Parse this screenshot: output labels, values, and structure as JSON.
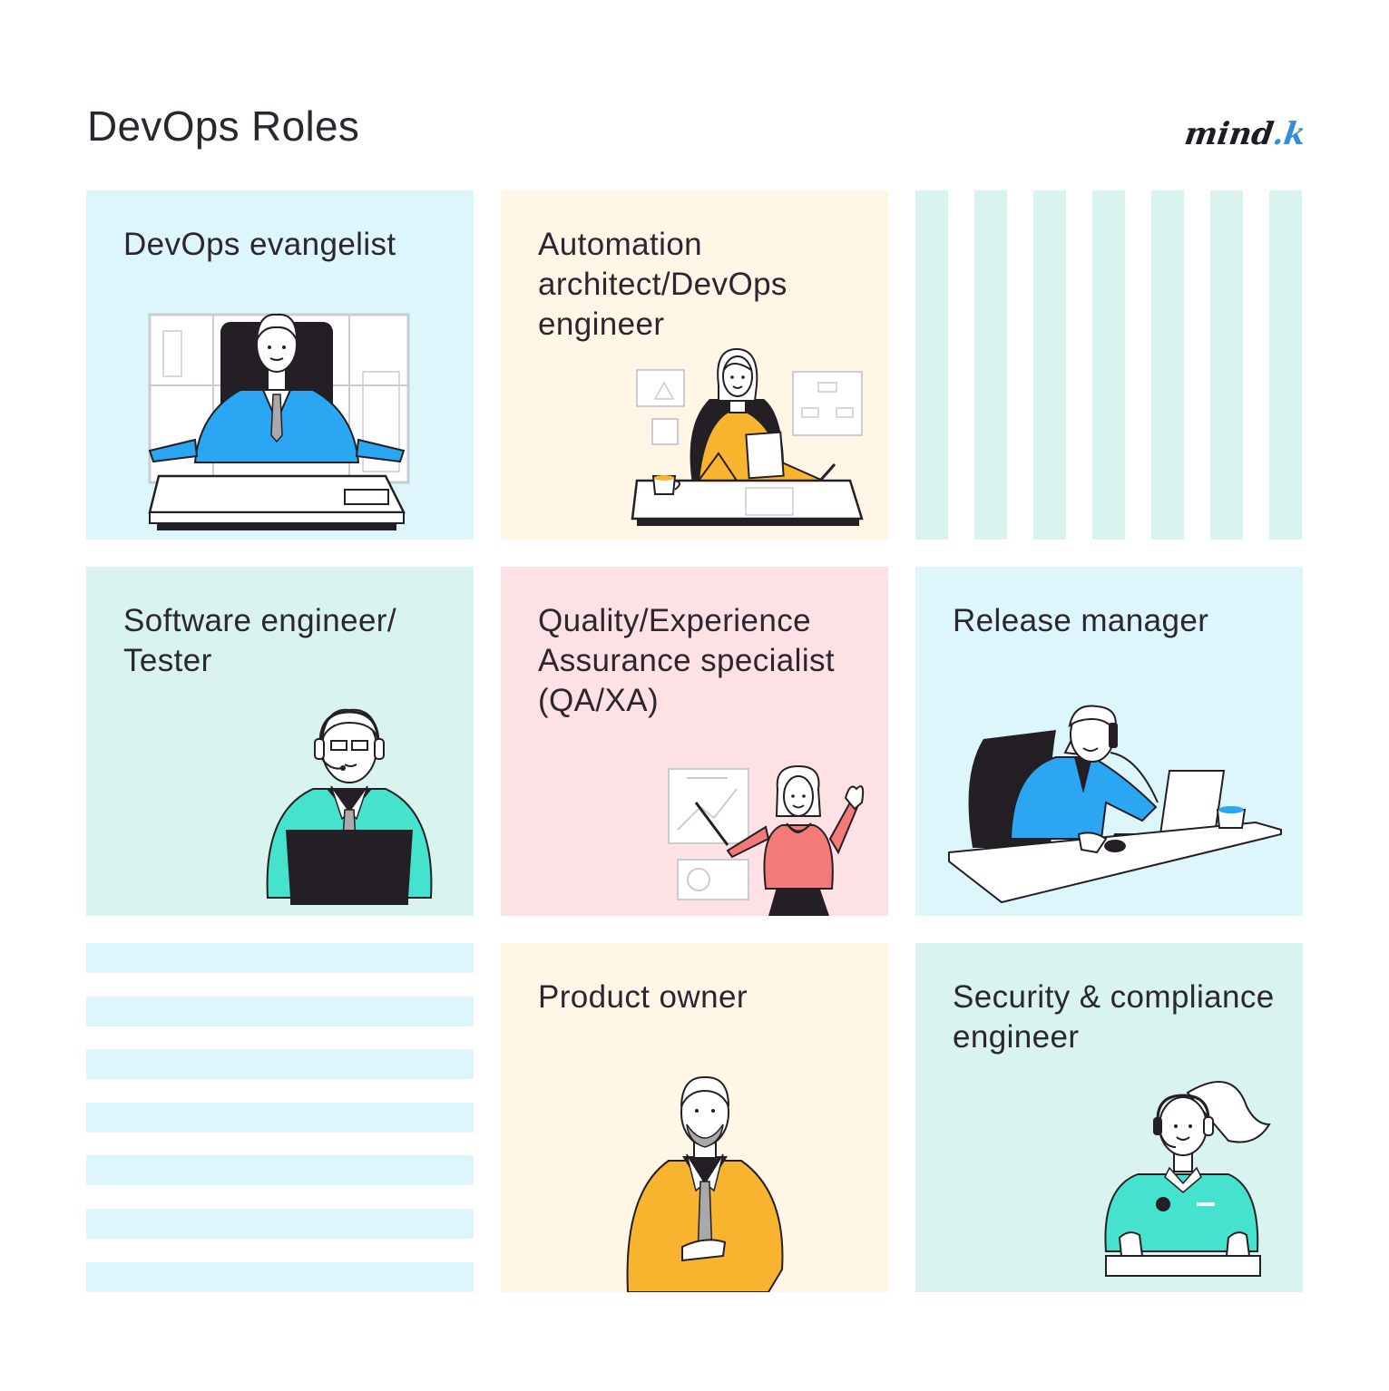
{
  "page": {
    "title": "DevOps Roles"
  },
  "logo": {
    "text_main": "mind",
    "text_accent": ".k"
  },
  "colors": {
    "cyan": "#dcf6fb",
    "cream": "#fff6e6",
    "mint": "#d9f3ef",
    "pink": "#fde1e4",
    "accent_blue": "#2aa6f2",
    "accent_orange": "#f8b42e",
    "accent_teal": "#45e2cd",
    "accent_red": "#f47a78",
    "dark": "#231f24"
  },
  "roles": [
    {
      "label": "DevOps evangelist",
      "illustration": "man-at-desk-presenting-icon"
    },
    {
      "label": "Automation architect/DevOps engineer",
      "illustration": "woman-at-desk-with-diagrams-icon"
    },
    {
      "label": "Software engineer/ Tester",
      "illustration": "man-with-headset-and-laptop-icon"
    },
    {
      "label": "Quality/Experience Assurance specialist (QA/XA)",
      "illustration": "woman-presenting-chart-icon"
    },
    {
      "label": "Release manager",
      "illustration": "man-on-phone-at-laptop-icon"
    },
    {
      "label": "Product owner",
      "illustration": "bearded-man-in-suit-icon"
    },
    {
      "label": "Security & compliance engineer",
      "illustration": "woman-with-headset-and-keyboard-icon"
    }
  ]
}
